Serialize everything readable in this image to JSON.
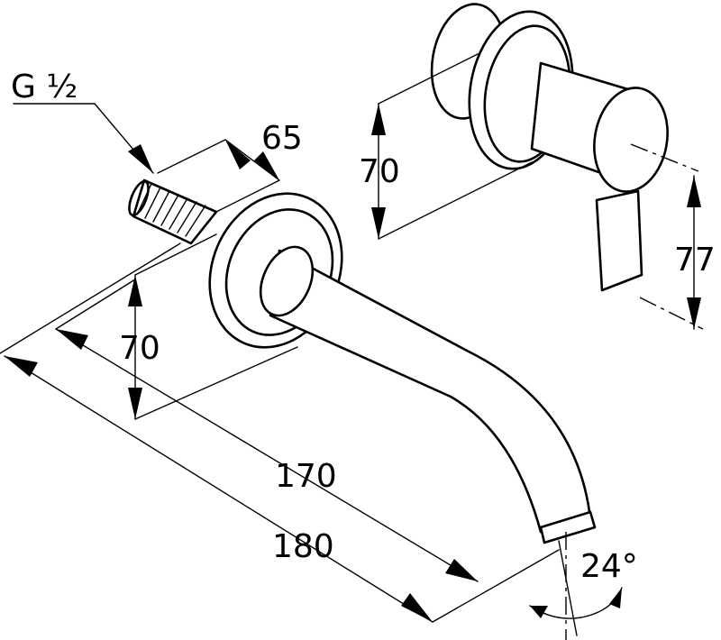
{
  "dimensions": {
    "thread": "G ½",
    "d65": "65",
    "d70_left": "70",
    "d70_right": "70",
    "d77": "77",
    "d170": "170",
    "d180": "180",
    "angle": "24°"
  }
}
